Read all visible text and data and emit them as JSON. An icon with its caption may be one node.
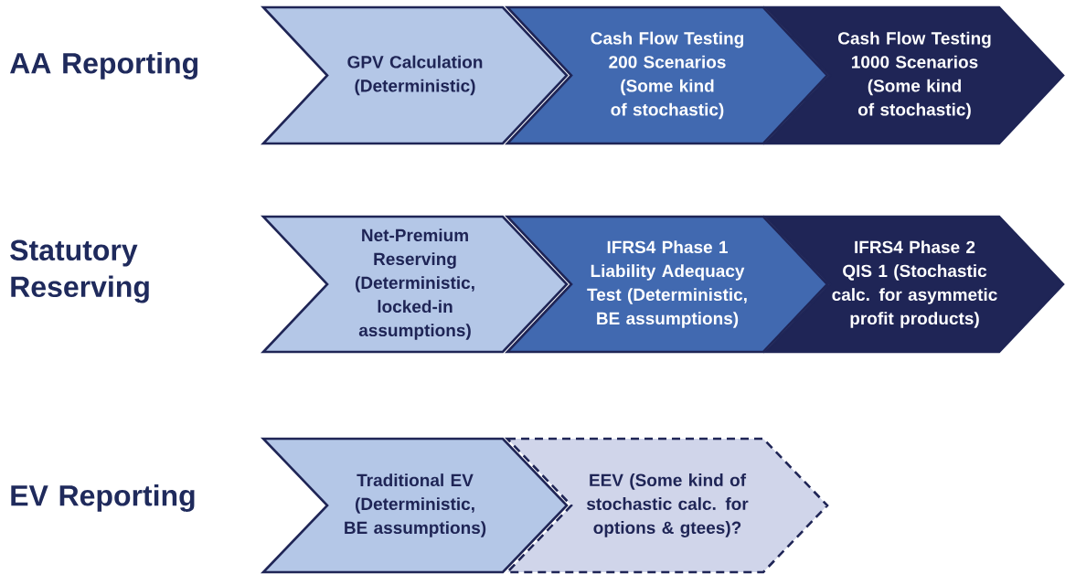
{
  "diagram": {
    "nodes": [
      {
        "text": [
          "GPV Calculation (Deterministic)"
        ]
      },
      {
        "text": [
          "Cash Flow Testing 200 Scenarios (Some kind of stochastic)"
        ]
      },
      {
        "text": [
          "Cash Flow Testing 1000 Scenarios (Some kind of stochastic)"
        ]
      },
      {
        "text": [
          "Net-Premium Reserving (Deterministic, locked-in assumptions)"
        ]
      },
      {
        "text": [
          "IFRS4 Phase 1 Liability Adequacy Test (Deterministic, BE assumptions)"
        ]
      },
      {
        "text": [
          "IFRS4 Phase 2 QIS 1 (Stochastic calc. for asymmetic profit products)"
        ]
      },
      {
        "text": [
          "Traditional EV (Deterministic, BE assumptions)"
        ]
      },
      {
        "text": [
          "EEV (Some kind of stochastic calc. for options & gtees)?"
        ]
      }
    ],
    "labels": [
      "AA Reporting",
      "Statutory Reserving",
      "EV Reporting"
    ]
  }
}
